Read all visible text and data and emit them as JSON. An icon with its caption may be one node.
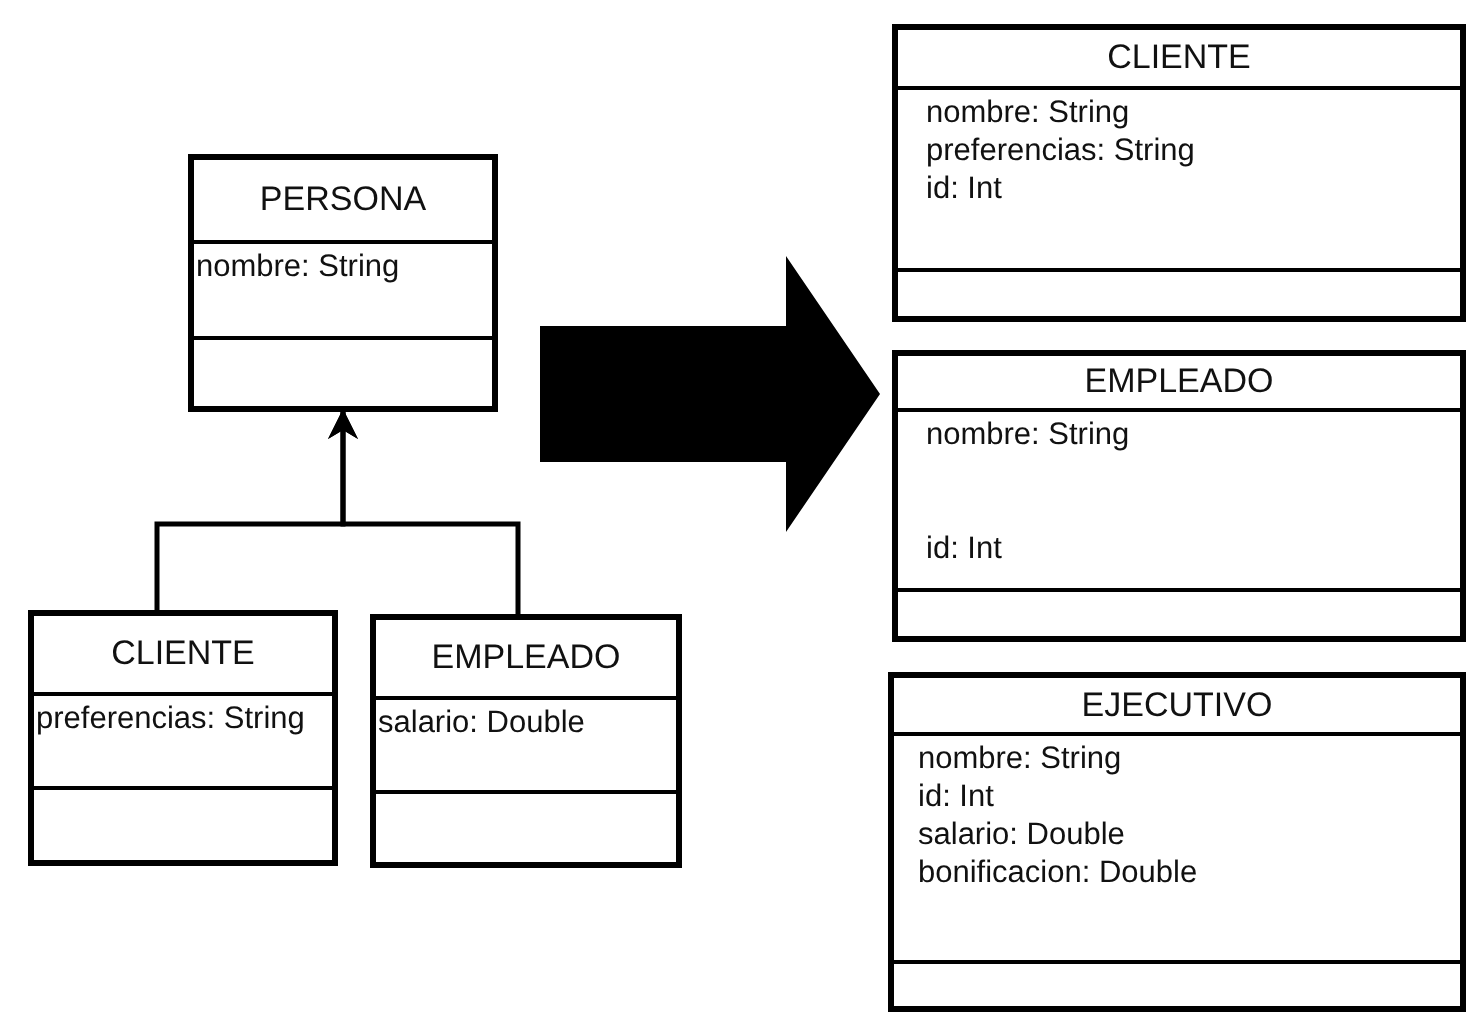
{
  "diagram": {
    "nodes": [
      {
        "text": [],
        "shape": "box"
      },
      {
        "text": [
          "PERSONA",
          "nombre: String"
        ],
        "in": 0
      },
      {
        "text": [
          "CLIENTE",
          "preferencias: String"
        ],
        "in": 0
      },
      {
        "text": [
          "EMPLEADO",
          "salario: Double"
        ],
        "in": 0
      },
      {
        "text": [],
        "shape": "box"
      },
      {
        "text": [
          "CLIENTE",
          "nombre: String",
          "preferencias: String",
          "id: Int"
        ],
        "in": 4
      },
      {
        "text": [
          "EMPLEADO",
          "nombre: String",
          "id: Int"
        ],
        "in": 4
      },
      {
        "text": [
          "EJECUTIVO",
          "nombre: String",
          "id: Int",
          "salario: Double",
          "bonificacion: Double"
        ],
        "in": 4
      }
    ],
    "edges": [
      {
        "from": 2,
        "to": 1,
        "arrow": "to"
      },
      {
        "from": 3,
        "to": 1,
        "arrow": "to"
      },
      {
        "from": 0,
        "to": 4,
        "arrow": "to",
        "style": "thick"
      }
    ]
  }
}
